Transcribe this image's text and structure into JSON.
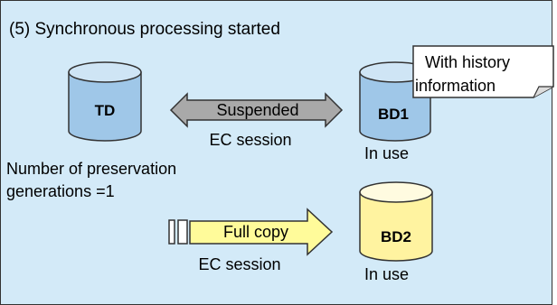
{
  "title": "(5) Synchronous processing started",
  "colors": {
    "panel_background": "#d3eaf8",
    "panel_border": "#333333",
    "cylinder_blue": "#9fc7e8",
    "cylinder_top_blue": "#cfe5f5",
    "cylinder_yellow": "#fff3a0",
    "cylinder_top_yellow": "#fffbe0",
    "suspended_arrow": "#a9a9a9",
    "full_copy_arrow": "#fffb9a"
  },
  "volumes": {
    "td": {
      "label": "TD"
    },
    "bd1": {
      "label": "BD1",
      "status": "In use"
    },
    "bd2": {
      "label": "BD2",
      "status": "In use"
    }
  },
  "preservation": {
    "line1": "Number of preservation",
    "line2": "generations =1"
  },
  "sessions": {
    "suspended": {
      "label": "Suspended",
      "session": "EC session"
    },
    "full_copy": {
      "label": "Full copy",
      "session": "EC session"
    }
  },
  "callout": {
    "line1": "With history",
    "line2": "information"
  }
}
